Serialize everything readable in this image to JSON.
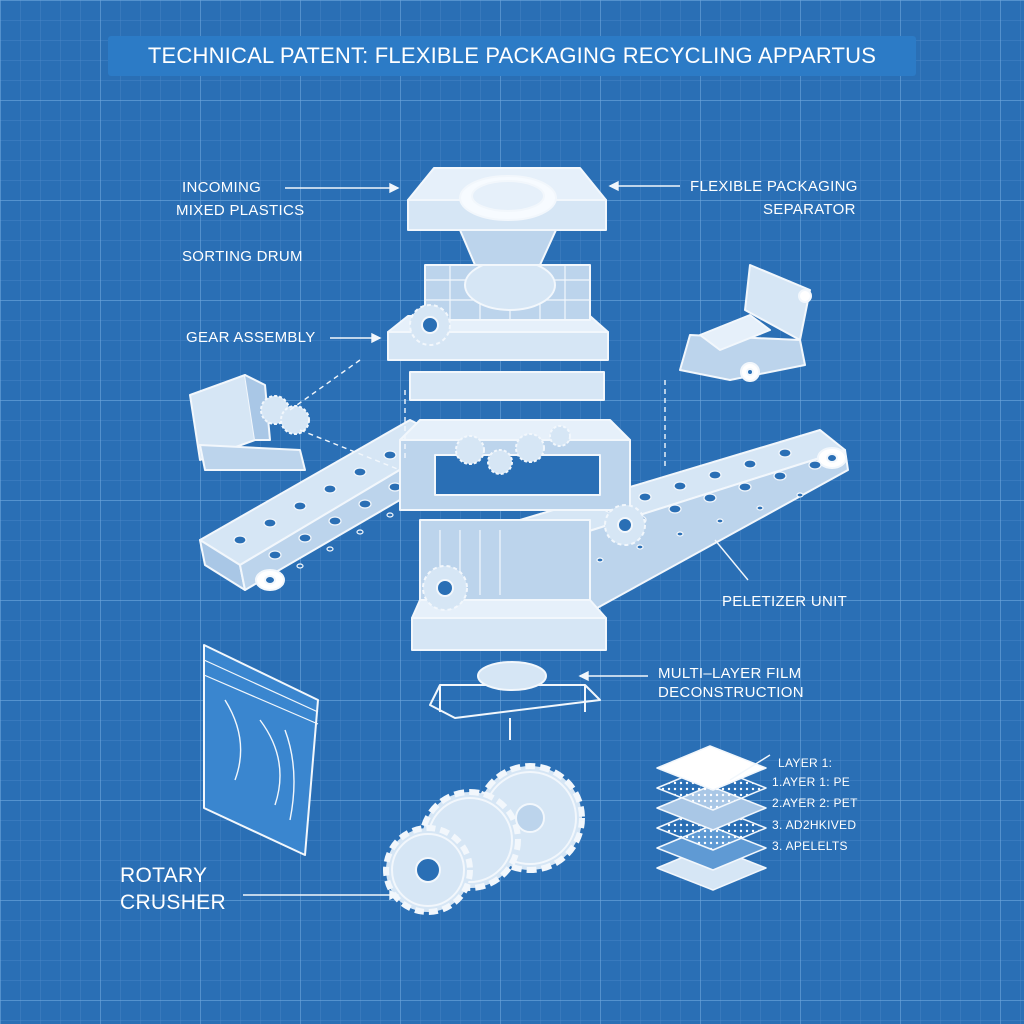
{
  "title": "TECHNICAL PATENT: FLEXIBLE PACKAGING RECYCLING APPARTUS",
  "labels": {
    "incoming_line1": "INCOMING",
    "incoming_line2": "MIXED PLASTICS",
    "sorting_drum": "SORTING DRUM",
    "gear_assembly": "GEAR ASSEMBLY",
    "separator_line1": "FLEXIBLE PACKAGING",
    "separator_line2": "SEPARATOR",
    "pelletizer": "PELETIZER UNIT",
    "film_line1": "MULTI–LAYER FILM",
    "film_line2": "DECONSTRUCTION",
    "crusher_line1": "ROTARY",
    "crusher_line2": "CRUSHER"
  },
  "layers": {
    "heading": "LAYER 1:",
    "items": [
      "1.AYER 1: PE",
      "2.AYER 2: PET",
      "3. AD2HKIVED",
      "3. APELELTS"
    ]
  },
  "colors": {
    "background": "#2a6fb5",
    "grid": "#5f9ad4",
    "line": "#f2f7fc",
    "fill": "#d6e6f5",
    "shade": "#a9c7e6"
  }
}
